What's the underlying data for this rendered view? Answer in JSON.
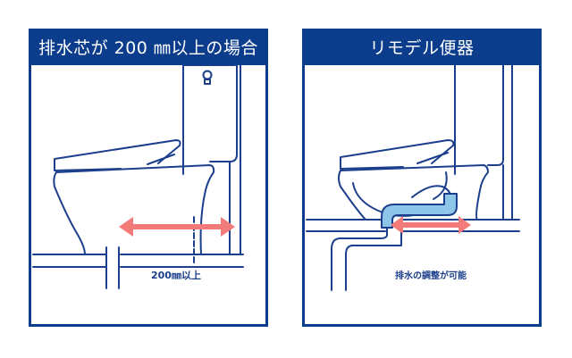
{
  "panels": [
    {
      "title": "排水芯が 200 ㎜以上の場合",
      "annotation": "200㎜以上"
    },
    {
      "title": "リモデル便器",
      "annotation": "排水の調整が可能"
    }
  ],
  "colors": {
    "header_bg": "#0b3d8c",
    "line": "#1c3f8c",
    "arrow": "#f27a78",
    "pipe_fill": "#8ec6ea"
  }
}
